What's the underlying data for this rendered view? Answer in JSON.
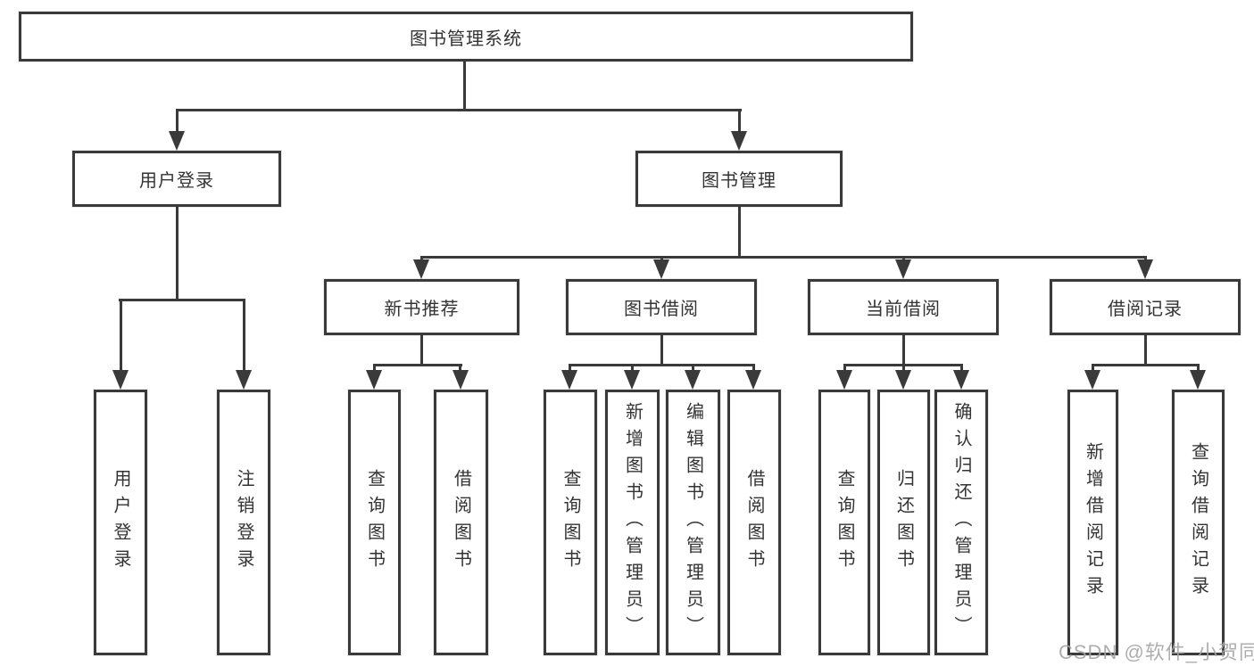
{
  "diagram_title": "图书管理系统",
  "tree": {
    "root": {
      "label": "图书管理系统"
    },
    "branches": [
      {
        "label": "用户登录",
        "children": [
          {
            "label": "用户登录"
          },
          {
            "label": "注销登录"
          }
        ]
      },
      {
        "label": "图书管理",
        "children": [
          {
            "label": "新书推荐",
            "children": [
              {
                "label": "查询图书"
              },
              {
                "label": "借阅图书"
              }
            ]
          },
          {
            "label": "图书借阅",
            "children": [
              {
                "label": "查询图书"
              },
              {
                "label": "新增图书（管理员）"
              },
              {
                "label": "编辑图书（管理员）"
              },
              {
                "label": "借阅图书"
              }
            ]
          },
          {
            "label": "当前借阅",
            "children": [
              {
                "label": "查询图书"
              },
              {
                "label": "归还图书"
              },
              {
                "label": "确认归还（管理员）"
              }
            ]
          },
          {
            "label": "借阅记录",
            "children": [
              {
                "label": "新增借阅记录"
              },
              {
                "label": "查询借阅记录"
              }
            ]
          }
        ]
      }
    ]
  },
  "watermark": "CSDN @软件_小贺同学",
  "colors": {
    "line": "#3a3a3a",
    "text": "#333333",
    "background": "#ffffff",
    "watermark": "#a5a5a5"
  }
}
